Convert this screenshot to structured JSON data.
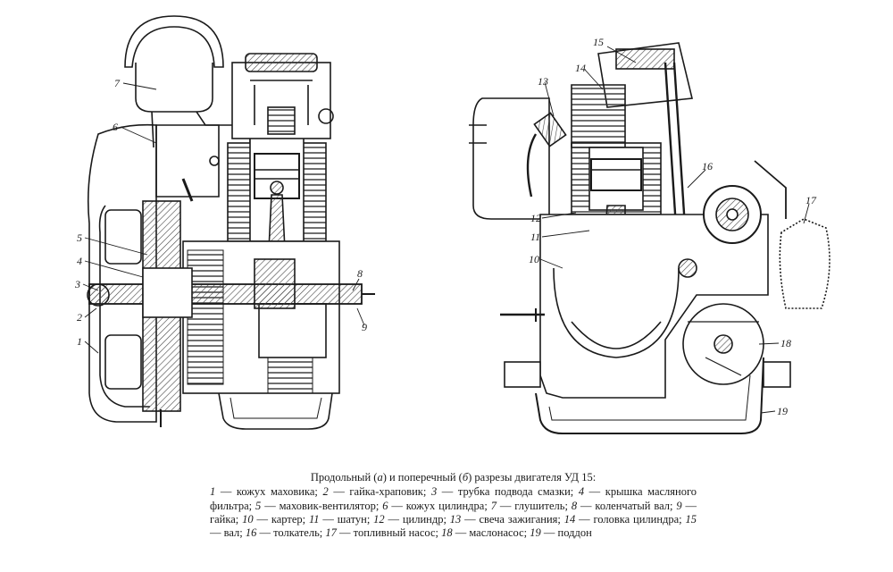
{
  "caption": {
    "title_prefix": "Продольный (",
    "title_a": "а",
    "title_mid": ") и поперечный (",
    "title_b": "б",
    "title_suffix": ") разрезы двигателя УД 15:",
    "legend": [
      {
        "num": "1",
        "text": "кожух маховика;"
      },
      {
        "num": "2",
        "text": "гайка-храповик;"
      },
      {
        "num": "3",
        "text": "трубка подвода смазки;"
      },
      {
        "num": "4",
        "text": "крышка масляного фильтра;"
      },
      {
        "num": "5",
        "text": "маховик-вентилятор;"
      },
      {
        "num": "6",
        "text": "кожух цилиндра;"
      },
      {
        "num": "7",
        "text": "глушитель;"
      },
      {
        "num": "8",
        "text": "коленчатый вал;"
      },
      {
        "num": "9",
        "text": "гайка;"
      },
      {
        "num": "10",
        "text": "картер;"
      },
      {
        "num": "11",
        "text": "шатун;"
      },
      {
        "num": "12",
        "text": "цилиндр;"
      },
      {
        "num": "13",
        "text": "свеча зажигания;"
      },
      {
        "num": "14",
        "text": "головка цилиндра;"
      },
      {
        "num": "15",
        "text": "вал;"
      },
      {
        "num": "16",
        "text": "толкатель;"
      },
      {
        "num": "17",
        "text": "топливный насос;"
      },
      {
        "num": "18",
        "text": "маслонасос;"
      },
      {
        "num": "19",
        "text": "поддон"
      }
    ]
  },
  "labels_left": [
    "7",
    "6",
    "5",
    "4",
    "3",
    "2",
    "1",
    "8",
    "9"
  ],
  "labels_right": [
    "15",
    "14",
    "13",
    "12",
    "11",
    "10",
    "16",
    "17",
    "18",
    "19"
  ],
  "colors": {
    "ink": "#1a1a1a",
    "hatch": "#555555",
    "paper": "#ffffff"
  }
}
